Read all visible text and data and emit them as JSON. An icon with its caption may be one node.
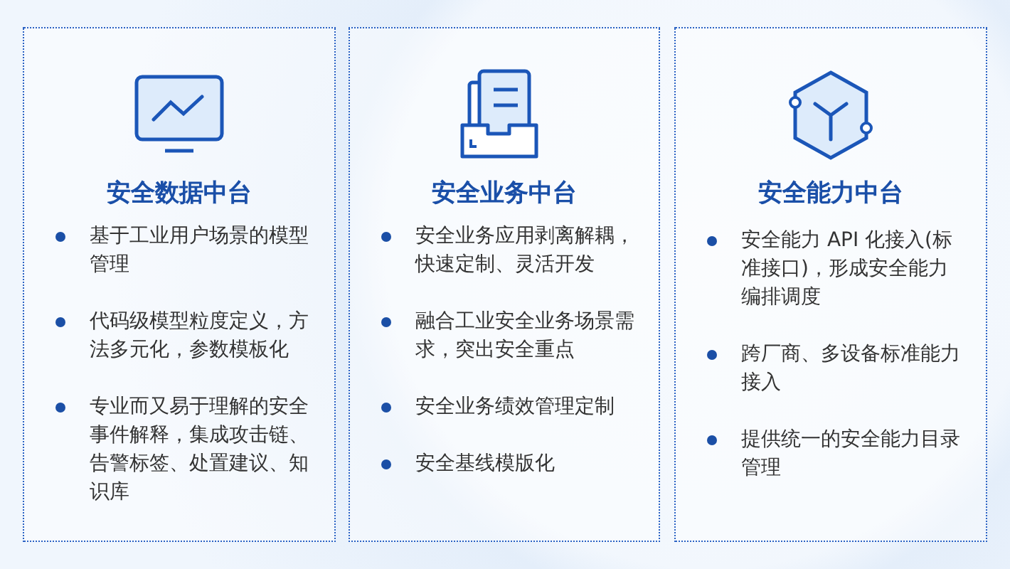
{
  "diagram": {
    "nodes": [
      {
        "text": [
          "安全数据中台",
          "基于工业用户场景的模型管理",
          "代码级模型粒度定义，方法多元化，参数模板化",
          "专业而又易于理解的安全事件解释，集成攻击链、告警标签、处置建议、知识库"
        ]
      },
      {
        "text": [
          "安全业务中台",
          "安全业务应用剥离解耦，快速定制、灵活开发",
          "融合工业安全业务场景需求，突出安全重点",
          "安全业务绩效管理定制",
          "安全基线模版化"
        ]
      },
      {
        "text": [
          "安全能力中台",
          "安全能力 API 化接入(标准接口)，形成安全能力编排调度",
          "跨厂商、多设备标准能力接入",
          "提供统一的安全能力目录管理"
        ]
      }
    ]
  }
}
